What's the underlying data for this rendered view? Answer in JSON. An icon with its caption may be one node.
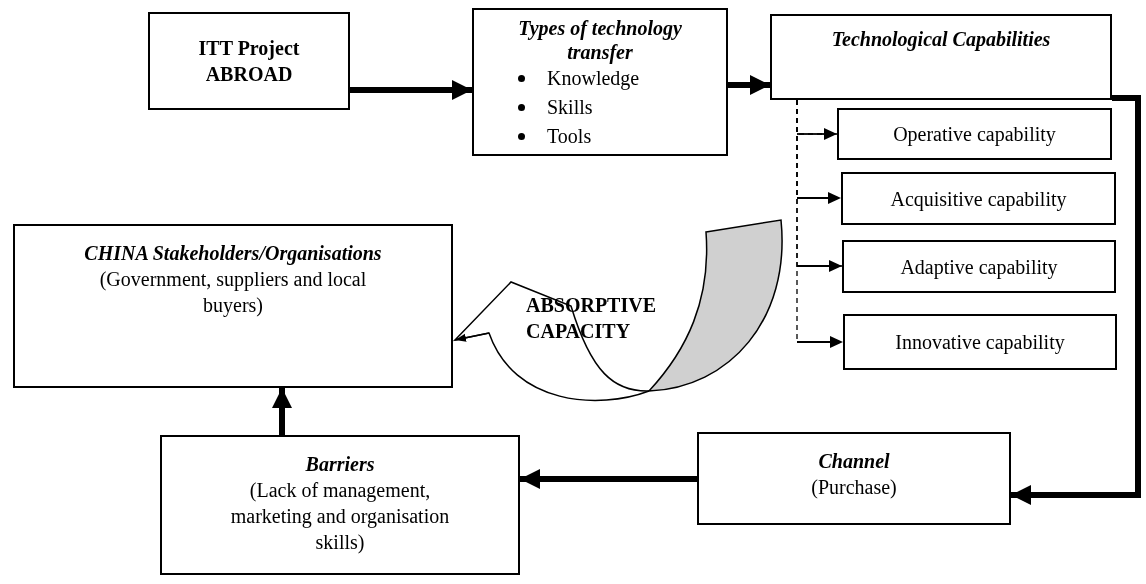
{
  "diagram": {
    "nodes": [
      {
        "text": [
          "ITT Project ABROAD"
        ]
      },
      {
        "text": [
          "Types of technology transfer",
          "Knowledge",
          "Skills",
          "Tools"
        ]
      },
      {
        "text": [
          "Technological Capabilities"
        ]
      },
      {
        "text": [
          "Operative capability"
        ]
      },
      {
        "text": [
          "Acquisitive capability"
        ]
      },
      {
        "text": [
          "Adaptive capability"
        ]
      },
      {
        "text": [
          "Innovative capability"
        ]
      },
      {
        "text": [
          "CHINA Stakeholders/Organisations",
          "(Government, suppliers and local buyers)"
        ]
      },
      {
        "text": [
          "Barriers",
          "(Lack of management, marketing and organisation skills)"
        ]
      },
      {
        "text": [
          "Channel",
          "(Purchase)"
        ]
      }
    ],
    "edges": [
      {
        "from": 0,
        "to": 1,
        "arrow": "to",
        "style": "thick"
      },
      {
        "from": 1,
        "to": 2,
        "arrow": "to",
        "style": "thick"
      },
      {
        "from": 2,
        "to": 3,
        "arrow": "to",
        "style": "dashed"
      },
      {
        "from": 2,
        "to": 4,
        "arrow": "to",
        "style": "dashed"
      },
      {
        "from": 2,
        "to": 5,
        "arrow": "to",
        "style": "dashed"
      },
      {
        "from": 2,
        "to": 6,
        "arrow": "to",
        "style": "dashed"
      },
      {
        "from": 2,
        "to": 9,
        "arrow": "to",
        "style": "thick"
      },
      {
        "from": null,
        "to": 7,
        "arrow": "to"
      },
      {
        "from": 9,
        "to": 8,
        "arrow": "to",
        "style": "thick"
      },
      {
        "from": 8,
        "to": 7,
        "arrow": "to",
        "style": "thick"
      }
    ],
    "labels": [
      "ABSORPTIVE CAPACITY"
    ]
  }
}
